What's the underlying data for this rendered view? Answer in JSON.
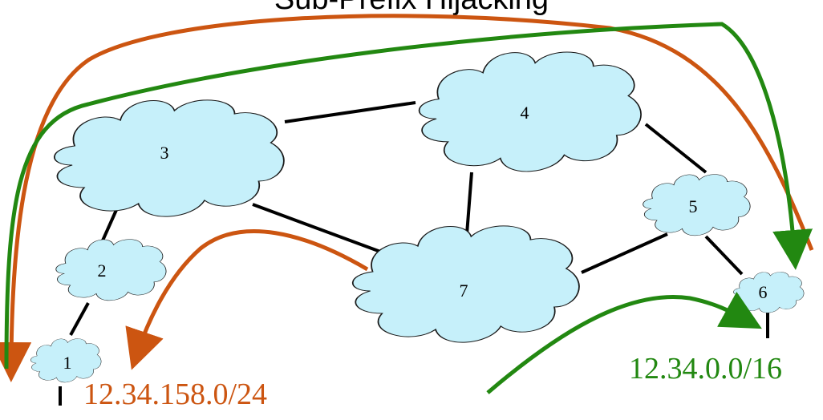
{
  "title": "Sub-Prefix Hijacking",
  "colors": {
    "cloud_fill": "#c6f0fa",
    "cloud_stroke": "#1a1a1a",
    "link": "#000000",
    "hijack_orange": "#cc5511",
    "legit_green": "#228811"
  },
  "nodes": [
    {
      "id": "as-1",
      "label": "1"
    },
    {
      "id": "as-2",
      "label": "2"
    },
    {
      "id": "as-3",
      "label": "3"
    },
    {
      "id": "as-4",
      "label": "4"
    },
    {
      "id": "as-5",
      "label": "5"
    },
    {
      "id": "as-6",
      "label": "6"
    },
    {
      "id": "as-7",
      "label": "7"
    }
  ],
  "links": [
    [
      "1",
      "2"
    ],
    [
      "2",
      "3"
    ],
    [
      "3",
      "4"
    ],
    [
      "3",
      "7"
    ],
    [
      "4",
      "7"
    ],
    [
      "4",
      "5"
    ],
    [
      "5",
      "7"
    ],
    [
      "5",
      "6"
    ]
  ],
  "prefixes": {
    "hijacked": "12.34.158.0/24",
    "legitimate": "12.34.0.0/16"
  }
}
